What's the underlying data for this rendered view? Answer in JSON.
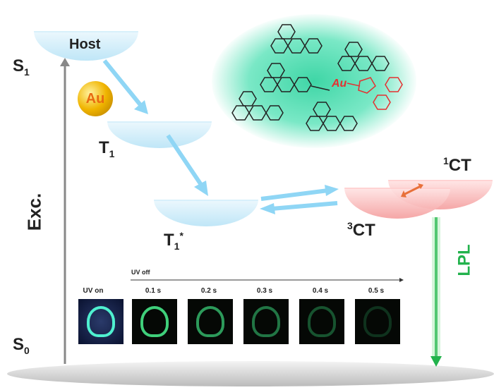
{
  "levels": {
    "host": "Host",
    "s1": "S",
    "s1_sub": "1",
    "s0": "S",
    "s0_sub": "0",
    "t1": "T",
    "t1_sub": "1",
    "t1star": "T",
    "t1star_sub": "1",
    "t1star_sup": "*",
    "ct3": "CT",
    "ct3_sup": "3",
    "ct1": "CT",
    "ct1_sup": "1"
  },
  "labels": {
    "excitation": "Exc.",
    "lpl": "LPL",
    "au": "Au"
  },
  "molecule": {
    "metal": "Au"
  },
  "photo_strip": {
    "uv_on": "UV on",
    "uv_off": "UV off",
    "times": [
      "0.1 s",
      "0.2 s",
      "0.3 s",
      "0.4 s",
      "0.5 s"
    ]
  },
  "colors": {
    "lpl": "#22b24c",
    "arrow_blue": "#8fd6f5",
    "ct": "#f5a0a0",
    "glow": "#3fd6a6"
  }
}
